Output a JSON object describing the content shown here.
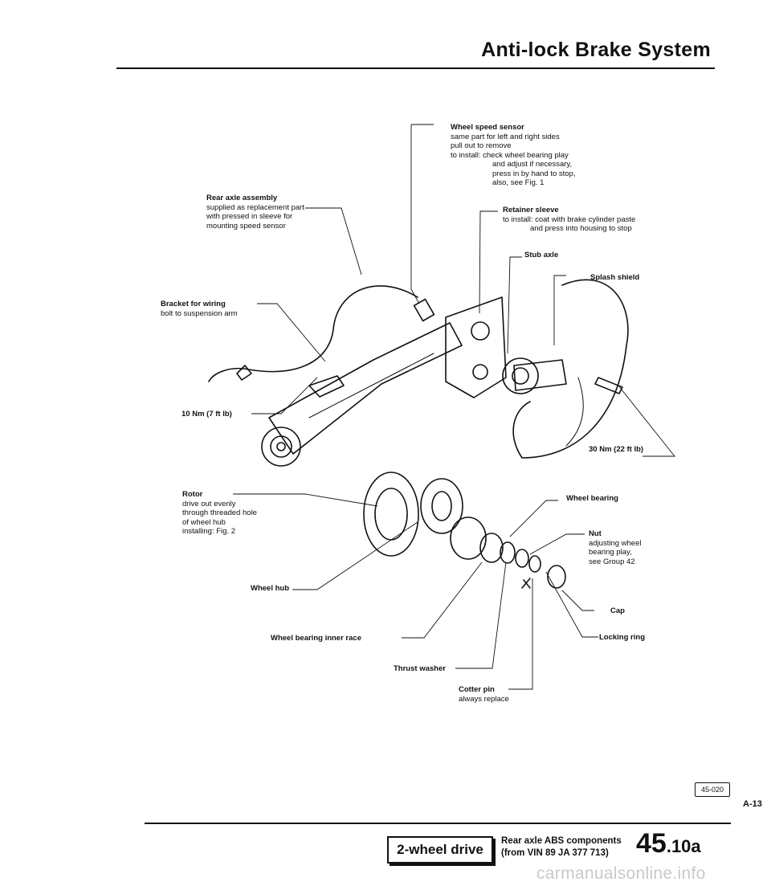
{
  "header": {
    "title": "Anti-lock Brake System"
  },
  "callouts": {
    "wheel_speed_sensor": {
      "title": "Wheel speed sensor",
      "lines": [
        "same part for left and right sides",
        "pull out to remove",
        "to install: check wheel bearing play",
        "and adjust if necessary,",
        "press in by hand to stop,",
        "also, see Fig. 1"
      ]
    },
    "rear_axle_assembly": {
      "title": "Rear axle assembly",
      "lines": [
        "supplied as replacement part",
        "with pressed in sleeve for",
        "mounting speed sensor"
      ]
    },
    "retainer_sleeve": {
      "title": "Retainer sleeve",
      "lines": [
        "to install: coat with brake cylinder paste",
        "and press into housing to stop"
      ]
    },
    "stub_axle": {
      "title": "Stub axle"
    },
    "splash_shield": {
      "title": "Splash shield"
    },
    "bracket_for_wiring": {
      "title": "Bracket for wiring",
      "lines": [
        "bolt to suspension arm"
      ]
    },
    "torque_10": {
      "title": "10 Nm (7 ft lb)"
    },
    "torque_30": {
      "title": "30 Nm (22 ft lb)"
    },
    "rotor": {
      "title": "Rotor",
      "lines": [
        "drive out evenly",
        "through threaded hole",
        "of wheel hub",
        "installing: Fig. 2"
      ]
    },
    "wheel_bearing": {
      "title": "Wheel bearing"
    },
    "nut": {
      "title": "Nut",
      "lines": [
        "adjusting wheel",
        "bearing play,",
        "see Group 42"
      ]
    },
    "wheel_hub": {
      "title": "Wheel hub"
    },
    "cap": {
      "title": "Cap"
    },
    "inner_race": {
      "title": "Wheel bearing inner race"
    },
    "locking_ring": {
      "title": "Locking ring"
    },
    "thrust_washer": {
      "title": "Thrust washer"
    },
    "cotter_pin": {
      "title": "Cotter pin",
      "lines": [
        "always replace"
      ]
    }
  },
  "figure_ref": "45-020",
  "page_ref": "A-13",
  "footer": {
    "tab": "2-wheel drive",
    "desc_line1": "Rear axle ABS components",
    "desc_line2": "(from VIN 89 JA 377 713)",
    "section_major": "45",
    "section_minor": ".10a"
  },
  "watermark": "carmanualsonline.info"
}
